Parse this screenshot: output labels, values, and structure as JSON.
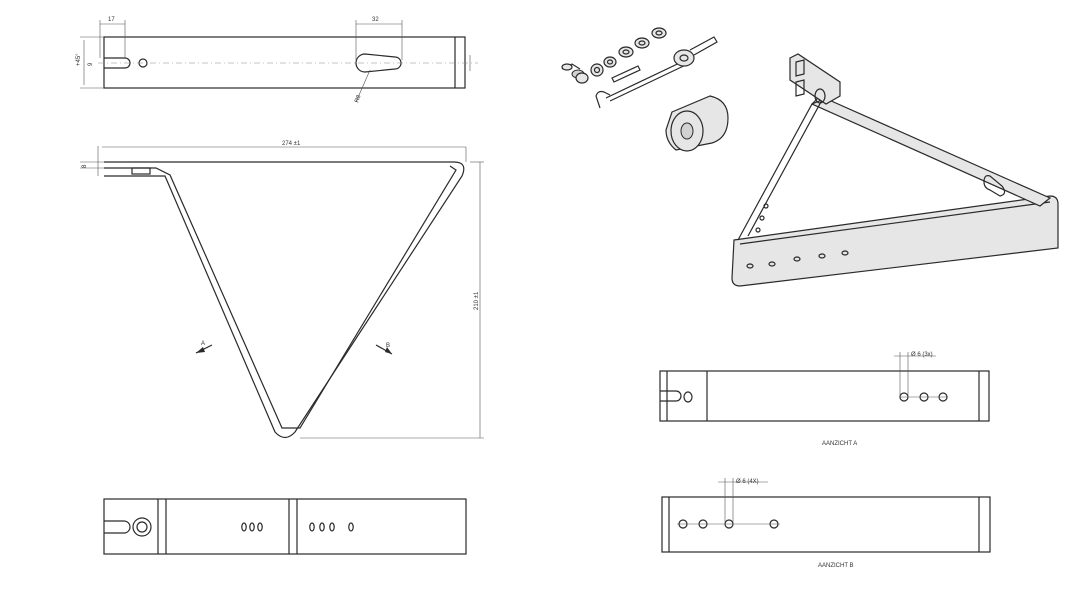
{
  "top_view": {
    "dim_17": "17",
    "dim_32": "32",
    "dim_angle": "+45°",
    "dim_9": "9",
    "dim_radius": "R8"
  },
  "front_view": {
    "dim_length": "274 ±1",
    "dim_height": "210 ±1",
    "dim_thickness": "8",
    "arrow_a": "A",
    "arrow_b": "B"
  },
  "view_a": {
    "hole_note": "Ø 6 (3x)",
    "caption": "AANZICHT A"
  },
  "view_b": {
    "hole_note": "Ø 6 (4X)",
    "caption": "AANZICHT B"
  }
}
